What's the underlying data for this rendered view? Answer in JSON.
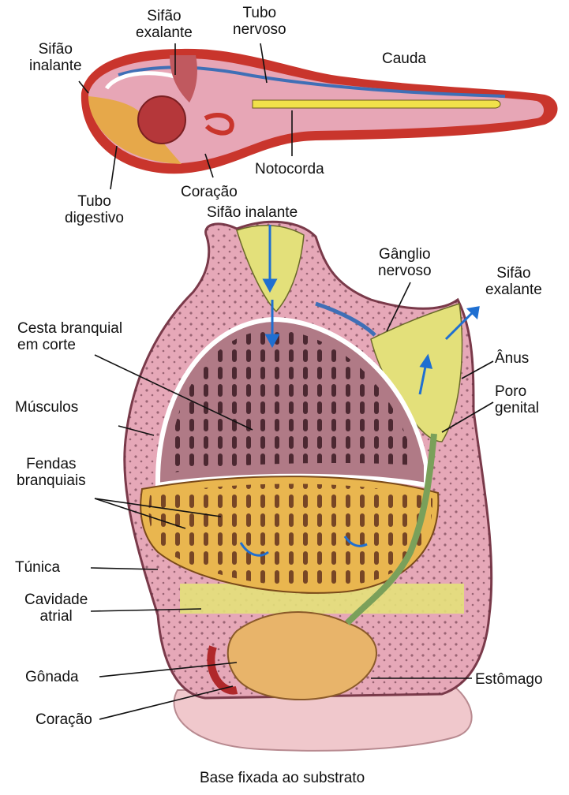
{
  "figure": {
    "larva": {
      "labels": {
        "sifao_inalante": "Sifão\ninalante",
        "sifao_exalante": "Sifão\nexalante",
        "tubo_nervoso": "Tubo\nnervoso",
        "cauda": "Cauda",
        "notocorda": "Notocorda",
        "coracao": "Coração",
        "tubo_digestivo": "Tubo\ndigestivo"
      }
    },
    "adult": {
      "labels": {
        "sifao_inalante": "Sifão inalante",
        "ganglio_nervoso": "Gânglio\nnervoso",
        "sifao_exalante": "Sifão\nexalante",
        "cesta_branquial": "Cesta branquial\nem corte",
        "anus": "Ânus",
        "poro_genital": "Poro\ngenital",
        "musculos": "Músculos",
        "fendas_branquiais": "Fendas\nbranquiais",
        "tunica": "Túnica",
        "cavidade_atrial": "Cavidade\natrial",
        "gonada": "Gônada",
        "estomago": "Estômago",
        "coracao": "Coração",
        "base": "Base fixada ao substrato"
      }
    },
    "colors": {
      "tunic_outer": "#c9352c",
      "tunic_pink": "#e6a8b8",
      "branchial": "#b07a86",
      "gut_orange": "#e9b64f",
      "siphon_yellow": "#e3e07a",
      "notochord_yellow": "#f1e14a",
      "nerve_blue": "#3f6fb6",
      "flow_arrow": "#1f6fd1",
      "base_pink": "#f0c8cc"
    }
  }
}
